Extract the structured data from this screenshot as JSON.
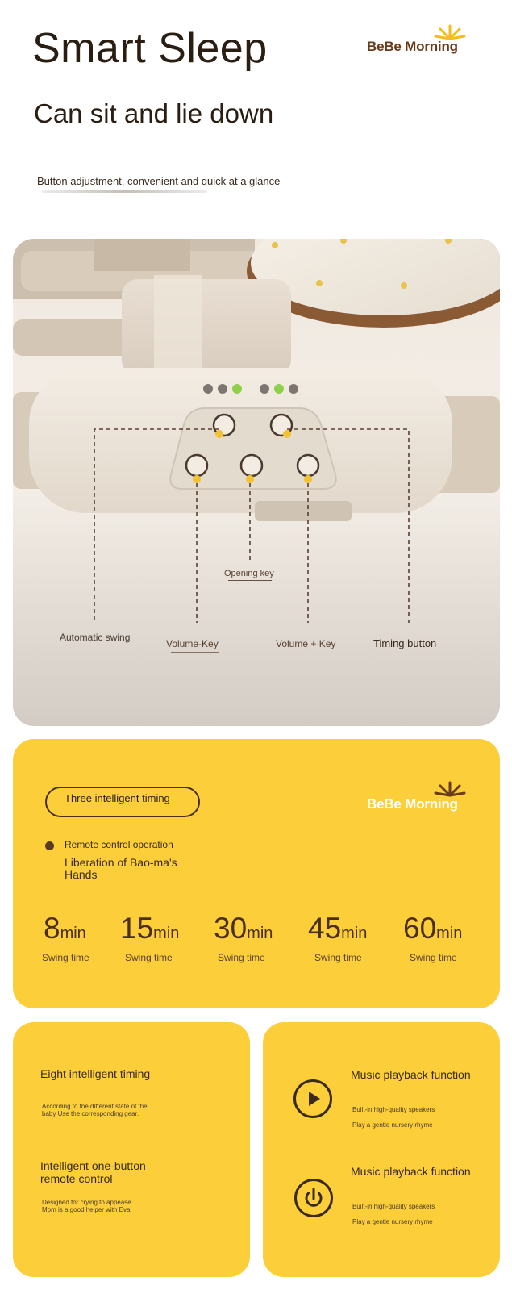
{
  "header": {
    "title": "Smart Sleep",
    "subtitle": "Can sit and lie down",
    "tagline": "Button adjustment, convenient and quick at a glance",
    "logo": "BeBe Morning"
  },
  "photo": {
    "callouts": {
      "opening_key": "Opening key",
      "automatic_swing": "Automatic swing",
      "volume_minus": "Volume-Key",
      "volume_plus": "Volume + Key",
      "timing_button": "Timing button"
    }
  },
  "timing": {
    "pill": "Three intelligent timing",
    "logo": "BeBe Morning",
    "remote": "Remote control operation",
    "liberation": "Liberation of Bao-ma's Hands",
    "unit": "min",
    "items": [
      {
        "value": "8",
        "label": "Swing time"
      },
      {
        "value": "15",
        "label": "Swing time"
      },
      {
        "value": "30",
        "label": "Swing time"
      },
      {
        "value": "45",
        "label": "Swing time"
      },
      {
        "value": "60",
        "label": "Swing time"
      }
    ]
  },
  "left_card": {
    "eight_title": "Eight intelligent timing",
    "eight_desc": "According to the different state of the baby Use the corresponding gear.",
    "remote_title": "Intelligent one-button remote control",
    "remote_desc": "Designed for crying to appease Mom is a good helper with Eva."
  },
  "right_card": {
    "music1_title": "Music playback function",
    "music1_line1": "Built-in high-quality speakers",
    "music1_line2": "Play a gentle nursery rhyme",
    "music2_title": "Music playback function",
    "music2_line1": "Built-in high-quality speakers",
    "music2_line2": "Play a gentle nursery rhyme"
  },
  "colors": {
    "brand_yellow": "#fbce3a",
    "brand_brown": "#6b3a1a",
    "led_green": "#8ed04a",
    "button_dot": "#f2c230"
  }
}
